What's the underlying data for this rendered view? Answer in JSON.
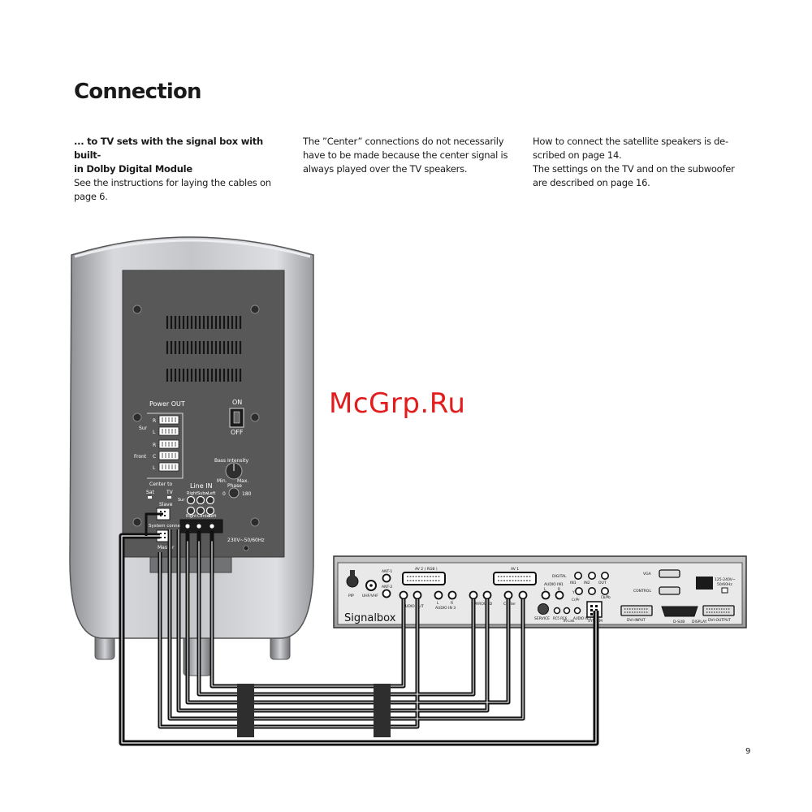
{
  "page": {
    "heading": "Connection",
    "column1": {
      "bold_line_1": "... to TV sets with the signal box with built-",
      "bold_line_2": "in Dolby Digital Module",
      "line_3": "See the instructions for laying the cables on",
      "line_4": "page 6."
    },
    "column2": {
      "line_1": "The ”Center” connections do not necessarily",
      "line_2": "have to be made because the center signal is",
      "line_3": "always played over the TV speakers."
    },
    "column3": {
      "line_1": "How to connect the satellite speakers is de-",
      "line_2": "scribed on page 14.",
      "line_3": "The settings on the TV and on the subwoofer",
      "line_4": "are described on page 16."
    },
    "page_number": "9"
  },
  "watermark": {
    "text": "McGrp.Ru",
    "color": "#e21d1d"
  },
  "subwoofer": {
    "power_out": "Power OUT",
    "on": "ON",
    "off": "OFF",
    "sur": "Sur",
    "front": "Front",
    "r": "R",
    "l": "L",
    "c": "C",
    "bass_intensity": "Bass Intensity",
    "min": "Min.",
    "max": "Max.",
    "phase": "Phase",
    "phase_0": "0",
    "phase_180": "180",
    "center_to": "Center to",
    "sat": "Sat",
    "tv": "TV",
    "line_in": "Line IN",
    "right": "Right",
    "subw": "Subw",
    "left": "Left",
    "center": "Center",
    "slave": "Slave",
    "system_connector": "System connector",
    "master": "Master",
    "mains": "230V~50/60Hz"
  },
  "signalbox": {
    "name": "Signalbox",
    "pip": "PIP",
    "uhf_vhf": "UHF/VHF",
    "ant1": "ANT-1",
    "ant2": "ANT-2",
    "av2_rgb": "AV 2 ( RGB )",
    "av1": "AV 1",
    "audio_out": "AUDIO OUT",
    "l": "L",
    "r": "R",
    "audio_in3": "AUDIO IN 3",
    "surround": "SURROUND",
    "center": "Center",
    "digital": "DIGITAL",
    "audio_in1": "AUDIO IN1",
    "in1": "IN1",
    "in2": "IN2",
    "out": "OUT",
    "y": "Y",
    "cr_pr": "Cr/Pr",
    "cb_pb": "Cb/Pb",
    "service": "SERVICE",
    "rc5_rc6": "RC5 RC6",
    "ir_link": "IR-Link",
    "audio_in2": "AUDIO IN 2",
    "system": "SYSTEM",
    "vga": "VGA",
    "control": "CONTROL",
    "power_rating": "125-240V~",
    "power_freq": "50/60Hz",
    "dvi_input": "DVI-INPUT",
    "d_sub": "D-SUB",
    "display": "DISPLAY",
    "dvi_output": "DVI-OUTPUT"
  },
  "colors": {
    "cabinet": "#b9bbbf",
    "panel": "#585858",
    "cable": "#111111",
    "cable_inner": "#ffffff",
    "sleeve": "#2e2e2e",
    "signalbox": "#a9a9a9"
  }
}
